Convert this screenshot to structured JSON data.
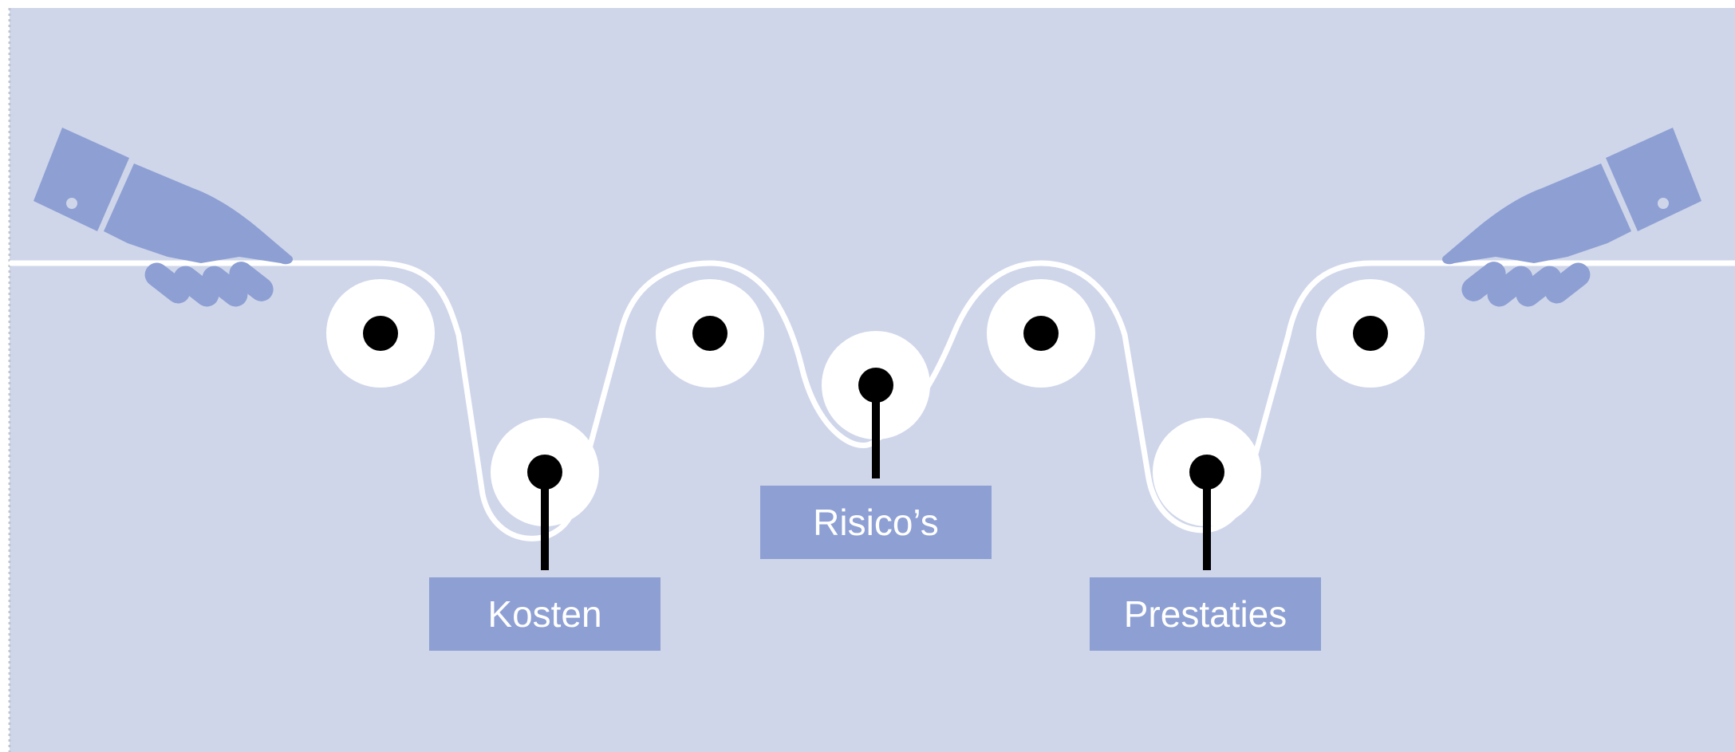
{
  "colors": {
    "background": "#cfd6ea",
    "hand": "#8d9fd3",
    "label_box": "#8d9fd3",
    "rope": "#ffffff",
    "pulley": "#ffffff",
    "axle": "#000000",
    "label_text": "#ffffff"
  },
  "labels": {
    "costs": "Kosten",
    "risks": "Risico’s",
    "performance": "Prestaties"
  },
  "icons": {
    "left_hand": "hand-pulling-left-icon",
    "right_hand": "hand-pulling-right-icon"
  }
}
